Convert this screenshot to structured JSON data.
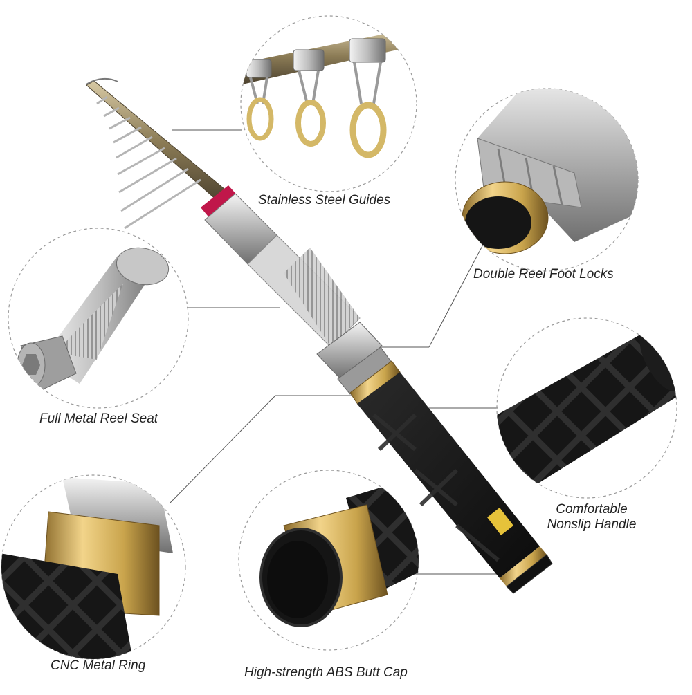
{
  "callouts": {
    "guides": "Stainless Steel Guides",
    "reel_foot_locks": "Double Reel Foot Locks",
    "reel_seat": "Full Metal Reel Seat",
    "handle_line1": "Comfortable",
    "handle_line2": "Nonslip Handle",
    "cnc_ring": "CNC Metal Ring",
    "butt_cap": "High-strength ABS Butt Cap"
  },
  "colors": {
    "background": "#ffffff",
    "leader_line": "#555555",
    "dashed_circle": "#9a9a9a",
    "gold_ring": "#c9a44c",
    "steel": "#a9a9a9",
    "foam_grip": "#1a1a1a",
    "accent_ring": "#c0174a"
  }
}
